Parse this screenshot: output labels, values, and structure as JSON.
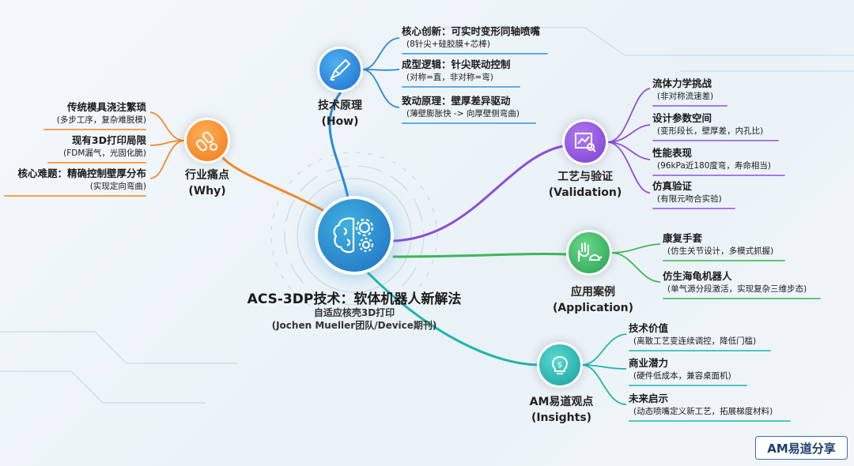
{
  "center": {
    "title": "ACS-3DP技术：软体机器人新解法",
    "subtitle": "自适应核壳3D打印",
    "source": "(Jochen Mueller团队/Device期刊)"
  },
  "how": {
    "label": "技术原理",
    "en": "(How)",
    "color": "#2a8ad8",
    "items": [
      {
        "t": "核心创新：可实时变形同轴喷嘴",
        "s": "(8针尖+硅胶膜+芯棒)"
      },
      {
        "t": "成型逻辑：针尖联动控制",
        "s": "(对称=直，非对称=弯)"
      },
      {
        "t": "致动原理：壁厚差异驱动",
        "s": "(薄壁膨胀快 -> 向厚壁侧弯曲)"
      }
    ]
  },
  "why": {
    "label": "行业痛点",
    "en": "(Why)",
    "color": "#f08a2a",
    "items": [
      {
        "t": "传统模具浇注繁琐",
        "s": "(多步工序，复杂难脱模)"
      },
      {
        "t": "现有3D打印局限",
        "s": "(FDM漏气，光固化脆)"
      },
      {
        "t": "核心难题：精确控制壁厚分布",
        "s": "(实现定向弯曲)"
      }
    ]
  },
  "validation": {
    "label": "工艺与验证",
    "en": "(Validation)",
    "color": "#8a4fd8",
    "items": [
      {
        "t": "流体力学挑战",
        "s": "(非对称流速差)"
      },
      {
        "t": "设计参数空间",
        "s": "(变形段长，壁厚差，内孔比)"
      },
      {
        "t": "性能表现",
        "s": "(96kPa近180度弯，寿命相当)"
      },
      {
        "t": "仿真验证",
        "s": "(有限元吻合实验)"
      }
    ]
  },
  "application": {
    "label": "应用案例",
    "en": "(Application)",
    "color": "#3bb85a",
    "items": [
      {
        "t": "康复手套",
        "s": "(仿生关节设计，多模式抓握)"
      },
      {
        "t": "仿生海龟机器人",
        "s": "(单气源分段激活，实现复杂三维步态)"
      }
    ]
  },
  "insights": {
    "label": "AM易道观点",
    "en": "(Insights)",
    "color": "#1fb5b0",
    "items": [
      {
        "t": "技术价值",
        "s": "(离散工艺变连续调控，降低门槛)"
      },
      {
        "t": "商业潜力",
        "s": "(硬件低成本，兼容桌面机)"
      },
      {
        "t": "未来启示",
        "s": "(动态喷嘴定义新工艺，拓展梯度材料)"
      }
    ]
  },
  "badge": "AM易道分享"
}
